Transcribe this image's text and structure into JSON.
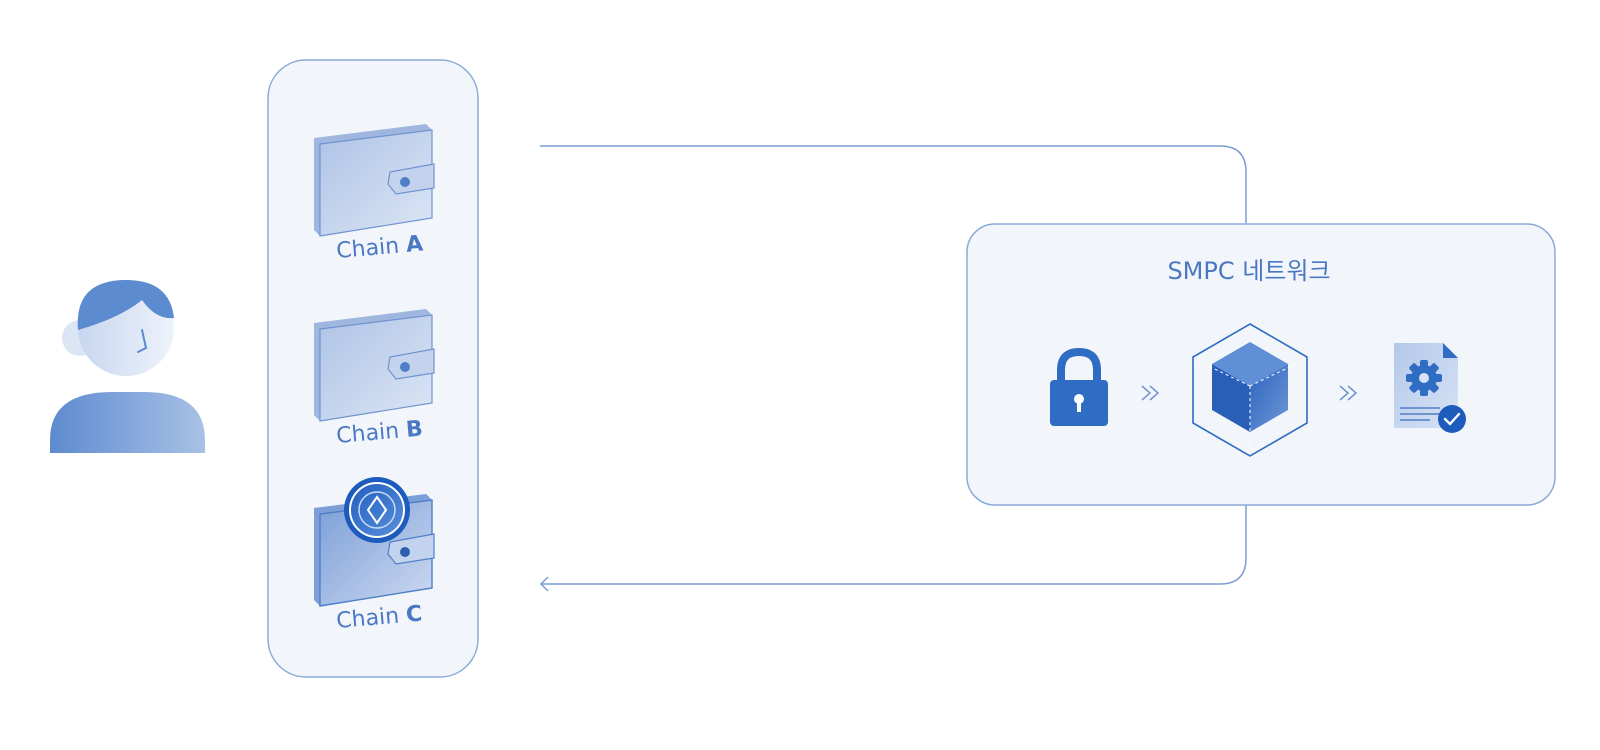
{
  "colors": {
    "line": "#7d9dd1",
    "panel_fill": "#f2f6fb",
    "panel_stroke": "#8aaad8",
    "brand_blue": "#2f6dc4",
    "label_blue": "#4a78c2"
  },
  "icons": {
    "user": "user-icon",
    "wallet": "wallet-icon",
    "coin": "crypto-coin-icon",
    "lock": "lock-icon",
    "cube": "cube-icon",
    "document": "document-gear-icon",
    "check": "checkmark-icon",
    "arrow": "double-chevron-right-icon"
  },
  "wallets": [
    {
      "prefix": "Chain ",
      "letter": "A",
      "has_coin": false
    },
    {
      "prefix": "Chain ",
      "letter": "B",
      "has_coin": false
    },
    {
      "prefix": "Chain ",
      "letter": "C",
      "has_coin": true
    }
  ],
  "network": {
    "title": "SMPC 네트워크"
  }
}
